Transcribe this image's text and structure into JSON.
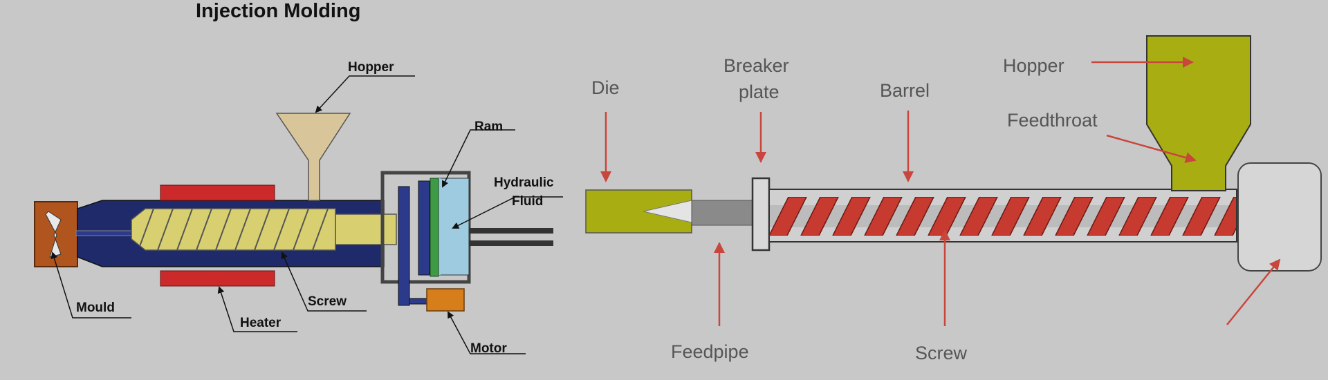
{
  "title": "Injection Molding",
  "left_diagram": {
    "labels": {
      "hopper": "Hopper",
      "ram": "Ram",
      "hydraulic_line1": "Hydraulic",
      "hydraulic_line2": "Fluid",
      "mould": "Mould",
      "heater": "Heater",
      "screw": "Screw",
      "motor": "Motor"
    }
  },
  "right_diagram": {
    "labels": {
      "die": "Die",
      "breaker_line1": "Breaker",
      "breaker_line2": "plate",
      "barrel": "Barrel",
      "hopper": "Hopper",
      "feedthroat": "Feedthroat",
      "feedpipe": "Feedpipe",
      "screw": "Screw"
    }
  },
  "colors": {
    "background": "#c8c8c8",
    "barrel_blue": "#1e2a6a",
    "screw_yellow": "#d8cf70",
    "heater_red": "#cc2a2a",
    "mould_brown": "#b0551e",
    "hopper_tan": "#d9c59a",
    "fluid_blue": "#9ecbe0",
    "ram_green": "#3f9a45",
    "motor_orange": "#d67e1c",
    "olive": "#a8ae12",
    "screw_red": "#c63a30",
    "arrow_red": "#c8463c"
  }
}
